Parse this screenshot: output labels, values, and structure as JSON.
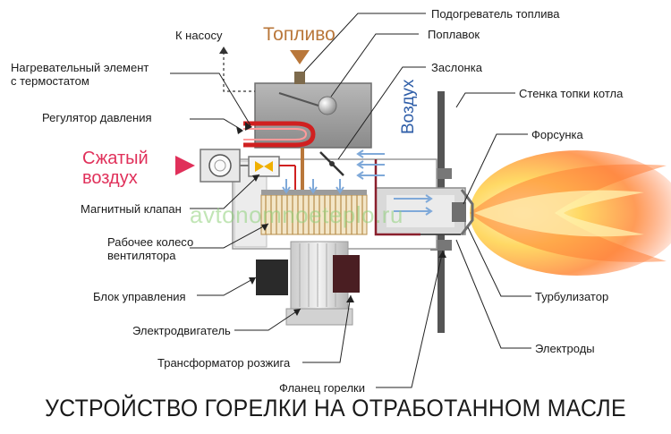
{
  "title": "УСТРОЙСТВО ГОРЕЛКИ НА ОТРАБОТАННОМ МАСЛЕ",
  "watermark": "avtonomnoeteplo.ru",
  "callouts": {
    "fuel": "Топливо",
    "compressed_air": "Сжатый\nвоздух",
    "air": "Воздух"
  },
  "labels": {
    "to_pump": "К насосу",
    "heating_element": "Нагревательный элемент\nс термостатом",
    "pressure_regulator": "Регулятор давления",
    "magnetic_valve": "Магнитный клапан",
    "fan_wheel": "Рабочее колесо\nвентилятора",
    "control_unit": "Блок управления",
    "electric_motor": "Электродвигатель",
    "ignition_transformer": "Трансформатор розжига",
    "burner_flange": "Фланец горелки",
    "fuel_heater": "Подогреватель топлива",
    "float": "Поплавок",
    "damper": "Заслонка",
    "boiler_wall": "Стенка топки котла",
    "nozzle": "Форсунка",
    "turbulizer": "Турбулизатор",
    "electrodes": "Электроды"
  },
  "colors": {
    "fuel": "#b9773a",
    "compressed_air": "#e0305a",
    "air": "#2f5ea8",
    "heater_coil": "#d02020",
    "flame_core": "#ffd24a",
    "flame_outer": "#ff6a2a"
  }
}
